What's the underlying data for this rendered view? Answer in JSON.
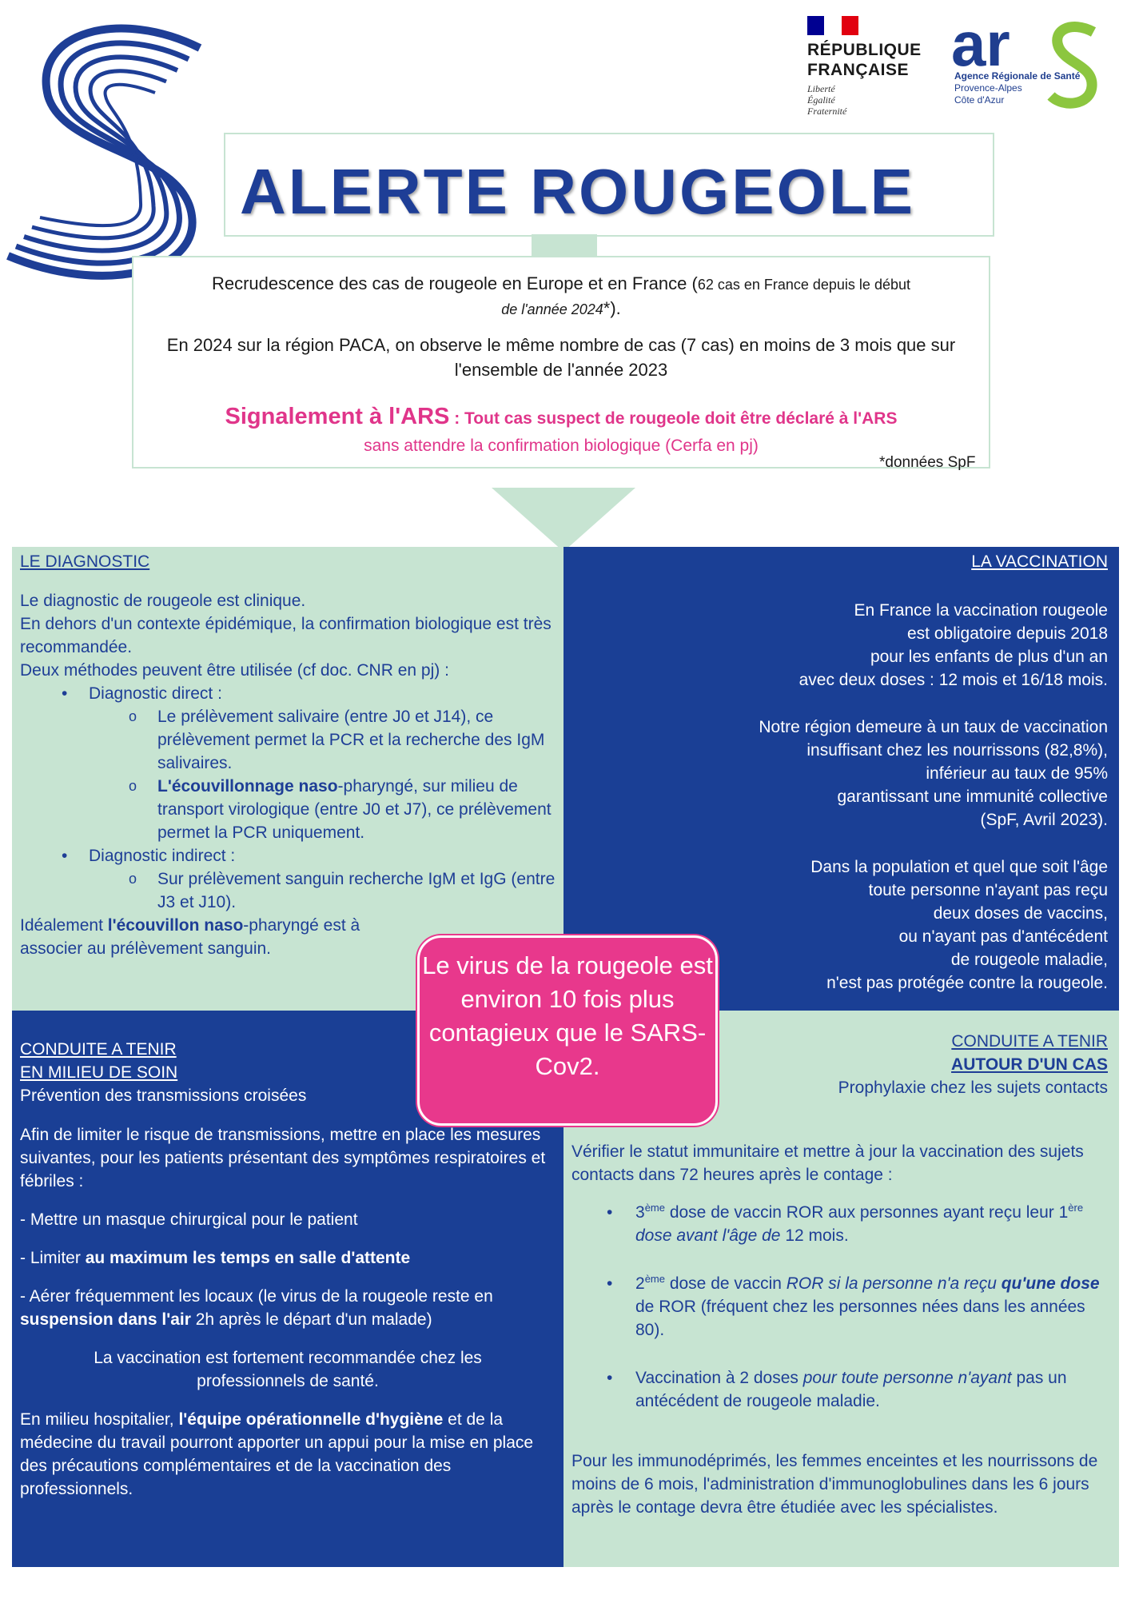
{
  "header": {
    "republique": "RÉPUBLIQUE FRANÇAISE",
    "motto": [
      "Liberté",
      "Égalité",
      "Fraternité"
    ],
    "ars_logo_text": "ars",
    "ars_sub": [
      "Agence Régionale de Santé",
      "Provence-Alpes",
      "Côte d'Azur"
    ],
    "title": "ALERTE ROUGEOLE"
  },
  "info": {
    "p1_a": "Recrudescence des cas de rougeole en Europe et en France (",
    "p1_b": "62 cas en France depuis le début",
    "p1_c": "de l'année 2024",
    "p1_d": "*).",
    "p2": "En 2024 sur la région PACA, on observe le même nombre de cas (7 cas) en moins de 3 mois que sur l'ensemble de l'année 2023",
    "p3_a": "Signalement à l'ARS",
    "p3_b": " : Tout cas suspect de rougeole doit être déclaré à l'ARS",
    "p3_c": "sans attendre la confirmation biologique (Cerfa en pj)",
    "footnote": "*données SpF"
  },
  "diagnostic": {
    "heading": "LE DIAGNOSTIC",
    "l1": "Le diagnostic de rougeole est clinique.",
    "l2": "En dehors d'un contexte épidémique, la confirmation biologique est très recommandée.",
    "l3": "Deux méthodes peuvent être utilisée (cf doc. CNR en pj) :",
    "direct": "Diagnostic direct :",
    "direct_a": "Le prélèvement salivaire (entre J0 et J14), ce prélèvement permet la PCR et la recherche des IgM salivaires.",
    "direct_b_bold": "L'écouvillonnage naso",
    "direct_b": "-pharyngé, sur milieu de transport virologique (entre J0 et J7), ce prélèvement permet la PCR uniquement.",
    "indirect": "Diagnostic indirect :",
    "indirect_a": "Sur prélèvement sanguin recherche IgM et IgG (entre J3 et J10).",
    "end_a": "Idéalement ",
    "end_b": "l'écouvillon naso",
    "end_c": "-pharyngé est à",
    "end_d": "associer au prélèvement sanguin."
  },
  "vaccination": {
    "heading": "LA VACCINATION",
    "p1": [
      "En France la vaccination rougeole",
      "est obligatoire depuis 2018",
      "pour les enfants de plus d'un an",
      "avec deux doses : 12 mois et 16/18 mois."
    ],
    "p2": [
      "Notre région demeure à un taux de vaccination",
      "insuffisant chez les nourrissons (82,8%),",
      "inférieur au taux de 95%",
      "garantissant une immunité collective",
      "(SpF, Avril 2023)."
    ],
    "p3": [
      "Dans la population et quel que soit l'âge",
      "toute personne n'ayant pas reçu",
      "deux doses de vaccins,",
      "ou n'ayant pas d'antécédent",
      "de rougeole maladie,",
      "n'est pas protégée contre la rougeole."
    ]
  },
  "callout": "Le virus de la rougeole est environ 10 fois plus contagieux que le SARS-Cov2.",
  "soin": {
    "heading1": "CONDUITE A TENIR",
    "heading2": "EN MILIEU DE SOIN",
    "sub": "Prévention des transmissions croisées",
    "intro": "Afin de limiter le risque de transmissions, mettre en place les mesures suivantes, pour les patients présentant des symptômes respiratoires et fébriles :",
    "m1": "- Mettre un masque chirurgical pour le patient",
    "m2_a": "- Limiter ",
    "m2_b": "au maximum les temps en salle d'attente",
    "m3_a": "- Aérer fréquemment les locaux (le virus de la rougeole reste en ",
    "m3_b": "suspension dans l'air",
    "m3_c": " 2h après le départ d'un malade)",
    "reco": "La vaccination est fortement recommandée chez les professionnels de santé.",
    "hosp_a": "En milieu hospitalier, ",
    "hosp_b": "l'équipe opérationnelle d'hygiène",
    "hosp_c": " et de la médecine du travail pourront apporter un appui pour la mise en place des précautions complémentaires et de la vaccination des professionnels."
  },
  "cas": {
    "heading1": "CONDUITE A TENIR",
    "heading2": "AUTOUR D'UN CAS",
    "sub": "Prophylaxie chez les sujets contacts",
    "intro": "Vérifier le statut immunitaire et mettre à jour la vaccination des sujets contacts dans 72 heures après le contage :",
    "b1_a": "3",
    "b1_sup": "ème",
    "b1_b": " dose de vaccin ROR aux personnes ayant reçu leur 1",
    "b1_sup2": "ère",
    "b1_c": " dose avant l'âge de",
    "b1_d": " 12 mois.",
    "b2_a": "2",
    "b2_sup": "ème",
    "b2_b": " dose de vaccin ",
    "b2_c": "ROR si la personne n'a reçu ",
    "b2_d": "qu'une dose",
    "b2_e": " de ROR (fréquent chez les personnes nées dans les années 80).",
    "b3_a": "Vaccination à 2 doses ",
    "b3_b": "pour toute personne n'ayant",
    "b3_c": " pas un antécédent de rougeole maladie.",
    "outro": "Pour les immunodéprimés, les femmes enceintes et les nourrissons de moins de 6 mois, l'administration d'immunoglobulines dans les 6 jours après le contage devra être étudiée avec les spécialistes."
  },
  "colors": {
    "navy": "#1a3f95",
    "mint": "#c7e4d2",
    "pink": "#e8388c",
    "ars_green": "#8cc63f"
  }
}
